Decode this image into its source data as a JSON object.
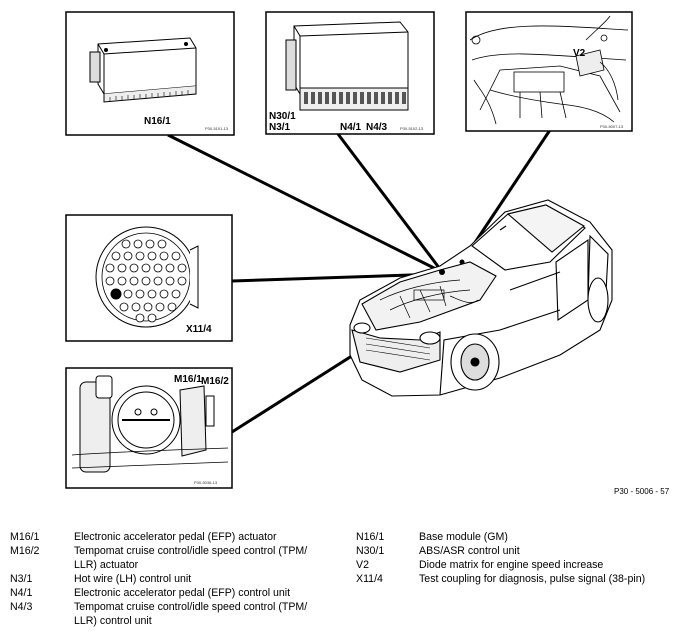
{
  "panels": {
    "n16_1_label": "N16/1",
    "n16_1_ref": "P30-5101-13",
    "n4_labels": {
      "n30_1": "N30/1",
      "n3_1": "N3/1",
      "n4_1": "N4/1",
      "n4_3": "N4/3"
    },
    "n4_ref": "P30-5102-13",
    "v2_label": "V2",
    "v2_ref": "P30-5007-13",
    "x11_4_label": "X11/4",
    "throttle_labels": {
      "m16_1": "M16/1",
      "m16_2": "M16/2"
    },
    "throttle_ref": "P30-5036-13"
  },
  "figure_ref": "P30 - 5006 - 57",
  "legend": {
    "left": [
      {
        "code": "M16/1",
        "desc": "Electronic accelerator pedal (EFP) actuator"
      },
      {
        "code": "M16/2",
        "desc": "Tempomat cruise control/idle speed control (TPM/ LLR) actuator"
      },
      {
        "code": "N3/1",
        "desc": "Hot wire (LH) control unit"
      },
      {
        "code": "N4/1",
        "desc": "Electronic accelerator pedal (EFP) control unit"
      },
      {
        "code": "N4/3",
        "desc": "Tempomat cruise control/idle speed control (TPM/ LLR) control unit"
      }
    ],
    "right": [
      {
        "code": "N16/1",
        "desc": "Base module (GM)"
      },
      {
        "code": "N30/1",
        "desc": "ABS/ASR control unit"
      },
      {
        "code": "V2",
        "desc": "Diode matrix for engine speed increase"
      },
      {
        "code": "X11/4",
        "desc": "Test coupling for diagnosis, pulse signal (38-pin)"
      }
    ]
  }
}
